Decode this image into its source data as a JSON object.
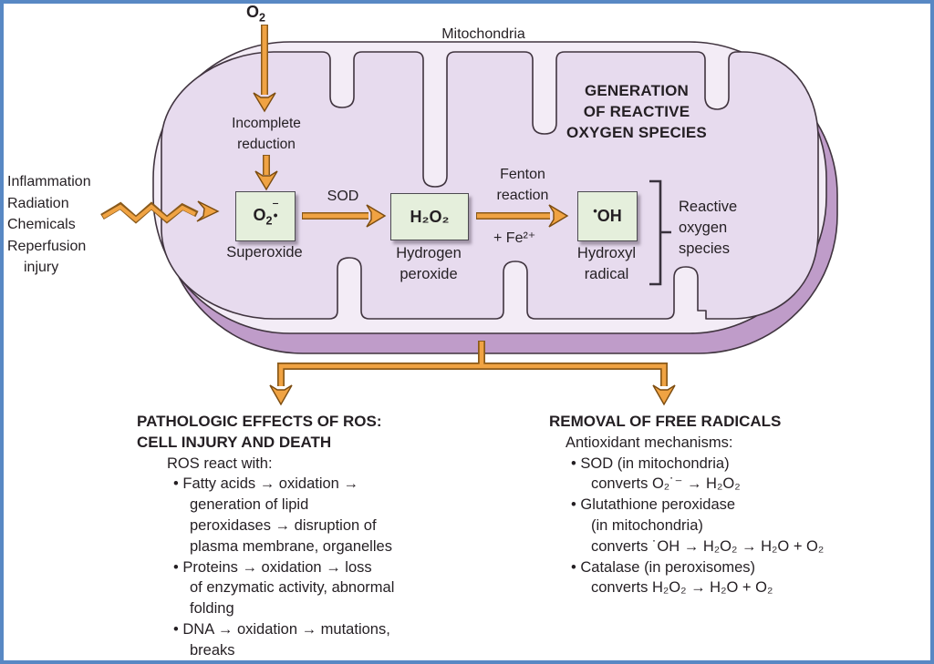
{
  "top": {
    "o2": {
      "base": "O",
      "sub": "2"
    },
    "mitochondria_label": "Mitochondria"
  },
  "mito": {
    "title_lines": [
      "GENERATION",
      "OF REACTIVE",
      "OXYGEN SPECIES"
    ],
    "incomplete_reduction_lines": [
      "Incomplete",
      "reduction"
    ],
    "sod_label": "SOD",
    "fenton_lines": [
      "Fenton",
      "reaction"
    ],
    "fe_label": "+ Fe²⁺",
    "boxes": {
      "superoxide": {
        "base": "O",
        "sub": "2",
        "bar": "‾",
        "dot": "•",
        "caption": "Superoxide"
      },
      "h2o2": {
        "formula": "H₂O₂",
        "caption_lines": [
          "Hydrogen",
          "peroxide"
        ]
      },
      "oh": {
        "dot": "•",
        "formula": "OH",
        "caption_lines": [
          "Hydroxyl",
          "radical"
        ]
      }
    },
    "ros_bracket_lines": [
      "Reactive",
      "oxygen",
      "species"
    ]
  },
  "left_causes": {
    "lines": [
      "Inflammation",
      "Radiation",
      "Chemicals",
      "Reperfusion",
      "injury"
    ]
  },
  "pathologic": {
    "heading_lines": [
      "PATHOLOGIC EFFECTS OF ROS:",
      "CELL INJURY AND DEATH"
    ],
    "intro": "ROS react with:",
    "items": [
      {
        "lead": "• Fatty acids → oxidation →",
        "cont": [
          "generation of lipid",
          "peroxidases → disruption of",
          "plasma membrane, organelles"
        ]
      },
      {
        "lead": "• Proteins → oxidation → loss",
        "cont": [
          "of enzymatic activity, abnormal",
          "folding"
        ]
      },
      {
        "lead": "• DNA → oxidation → mutations,",
        "cont": [
          "breaks"
        ]
      }
    ]
  },
  "removal": {
    "heading": "REMOVAL OF FREE RADICALS",
    "intro": "Antioxidant mechanisms:",
    "items": [
      {
        "lead": "• SOD (in mitochondria)",
        "cont": [
          "converts O₂˙⁻ → H₂O₂"
        ]
      },
      {
        "lead": "• Glutathione peroxidase",
        "cont": [
          "(in mitochondria)",
          "converts ˙OH → H₂O₂ → H₂O + O₂"
        ]
      },
      {
        "lead": "• Catalase (in peroxisomes)",
        "cont": [
          "converts H₂O₂ → H₂O + O₂"
        ]
      }
    ]
  },
  "palette": {
    "frame_blue": "#5888c4",
    "matrix_purple": "#e7dbee",
    "membrane_ring": "#f3ecf6",
    "shadow_purple": "#bf9cc9",
    "outline_dark": "#40343f",
    "arrow_orange": "#f0a343",
    "arrow_outline": "#8a5a1b",
    "box_green": "#e5efdc",
    "text_dark": "#241f23"
  }
}
